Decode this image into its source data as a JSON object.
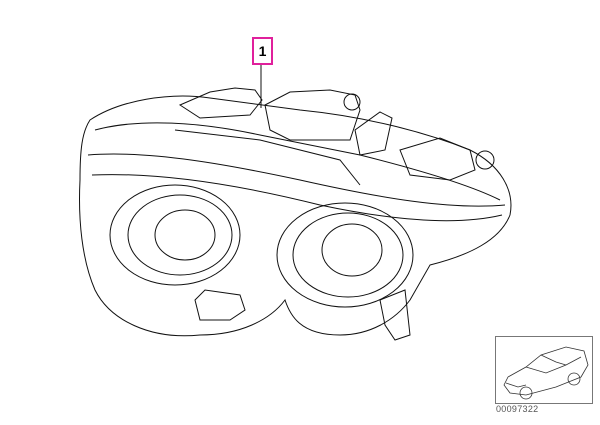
{
  "diagram": {
    "title": "Headlight",
    "callouts": [
      {
        "label": "1"
      }
    ],
    "thumbnail": {
      "id": "00097322"
    }
  }
}
